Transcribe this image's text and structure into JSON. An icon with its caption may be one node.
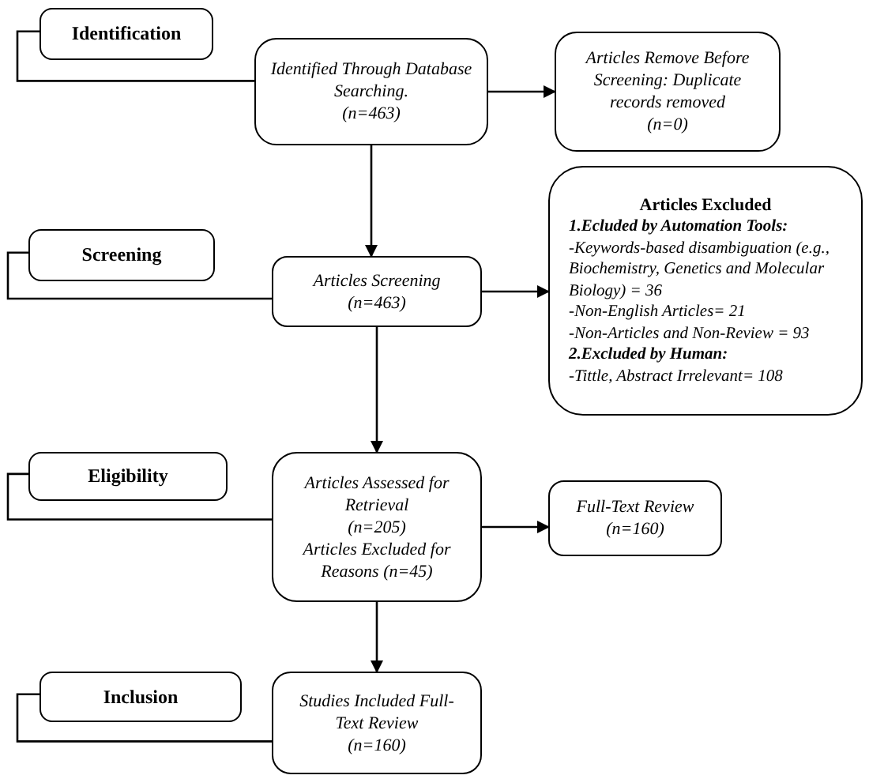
{
  "diagram": {
    "nodes": [
      {
        "text": [
          "Identification"
        ]
      },
      {
        "text": [
          "Identified Through Database Searching.",
          "(n=463)"
        ]
      },
      {
        "text": [
          "Articles Remove Before Screening: Duplicate records removed",
          "(n=0)"
        ]
      },
      {
        "text": [
          "Screening"
        ]
      },
      {
        "text": [
          "Articles Screening",
          "(n=463)"
        ]
      },
      {
        "text": [
          "Articles Excluded",
          "1.Ecluded by Automation Tools:",
          "-Keywords-based disambiguation (e.g., Biochemistry, Genetics and Molecular Biology) = 36",
          "-Non-English Articles= 21",
          "-Non-Articles and Non-Review = 93",
          "2.Excluded by Human:",
          "-Tittle, Abstract Irrelevant= 108"
        ]
      },
      {
        "text": [
          "Eligibility"
        ]
      },
      {
        "text": [
          "Articles Assessed for Retrieval",
          "(n=205)",
          "Articles Excluded for Reasons (n=45)"
        ]
      },
      {
        "text": [
          "Full-Text Review",
          "(n=160)"
        ]
      },
      {
        "text": [
          "Inclusion"
        ]
      },
      {
        "text": [
          "Studies Included Full-Text Review",
          "(n=160)"
        ]
      }
    ],
    "edges": [
      {
        "from": 0,
        "to": 1,
        "arrow": "none"
      },
      {
        "from": 1,
        "to": 2,
        "arrow": "to"
      },
      {
        "from": 1,
        "to": 4,
        "arrow": "to"
      },
      {
        "from": 3,
        "to": 4,
        "arrow": "none"
      },
      {
        "from": 4,
        "to": 5,
        "arrow": "to"
      },
      {
        "from": 4,
        "to": 7,
        "arrow": "to"
      },
      {
        "from": 6,
        "to": 7,
        "arrow": "none"
      },
      {
        "from": 7,
        "to": 8,
        "arrow": "to"
      },
      {
        "from": 7,
        "to": 10,
        "arrow": "to"
      },
      {
        "from": 9,
        "to": 10,
        "arrow": "none"
      }
    ]
  }
}
